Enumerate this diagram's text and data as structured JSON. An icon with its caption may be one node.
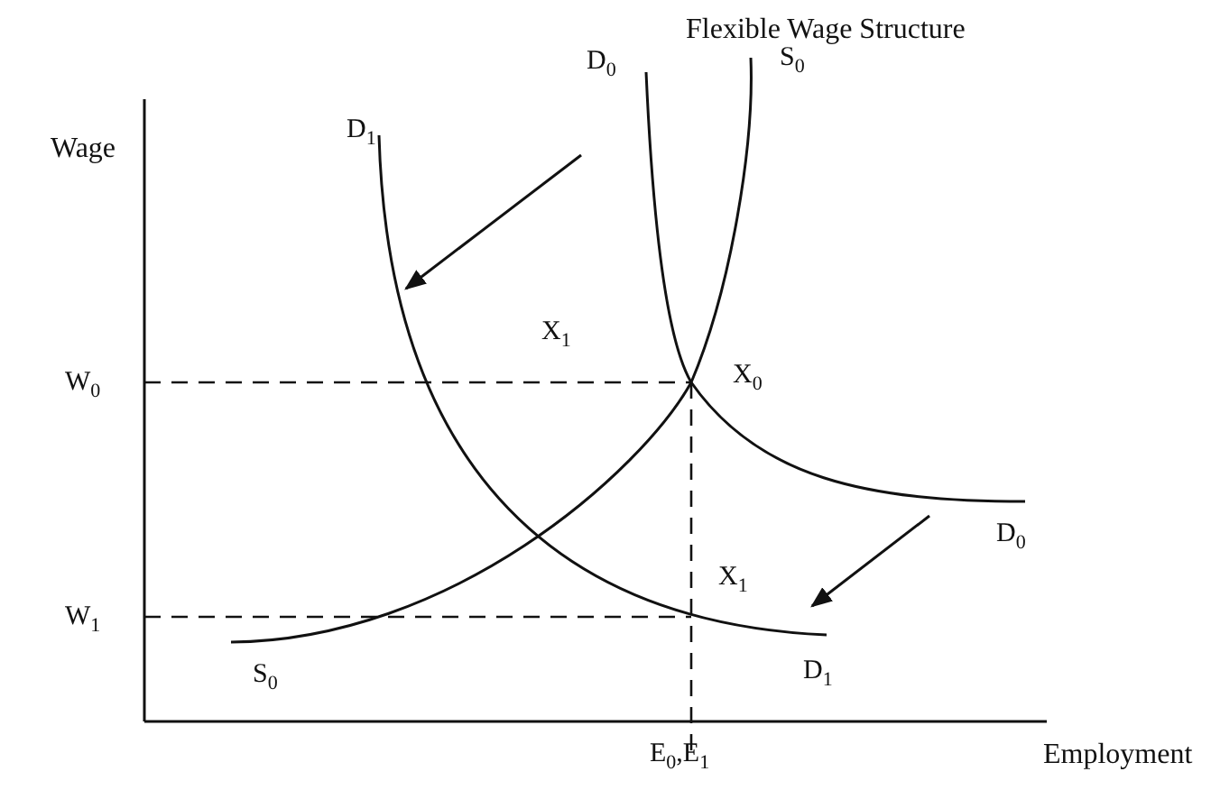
{
  "diagram": {
    "title": "Flexible Wage Structure",
    "labels": [
      "D$_{0}$",
      "S$_{0}$",
      "Wage",
      "D$_{1}$",
      "X$_{1}$",
      "W$_{0}$",
      "X$_{0}$",
      "D$_{0}$",
      "X$_{1}$",
      "W$_{1}$",
      "S$_{0}$",
      "D$_{1}$",
      "E$_{0}$,E$_{1}$",
      "Employment"
    ]
  }
}
